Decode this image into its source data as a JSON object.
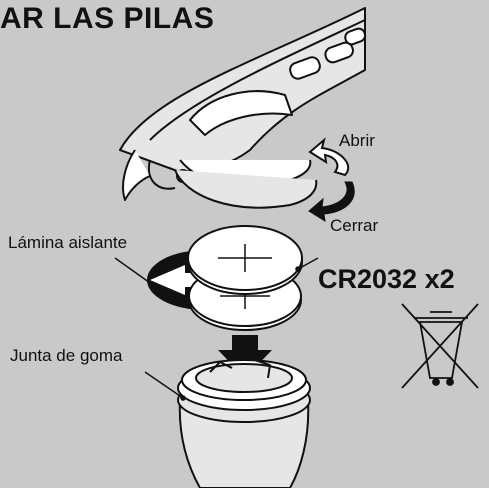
{
  "title": "AR LAS PILAS",
  "labels": {
    "open": "Abrir",
    "close": "Cerrar",
    "insulating_sheet": "Lámina aislante",
    "battery_model": "CR2032 x2",
    "rubber_gasket": "Junta de goma"
  },
  "icons": [
    "weee-crossed-bin-icon",
    "open-arrow-icon",
    "close-arrow-icon",
    "insert-arrow-icon"
  ],
  "colors": {
    "background": "#c9c9c9",
    "ink": "#111111",
    "part": "#ffffff",
    "shade": "#e6e6e6"
  }
}
